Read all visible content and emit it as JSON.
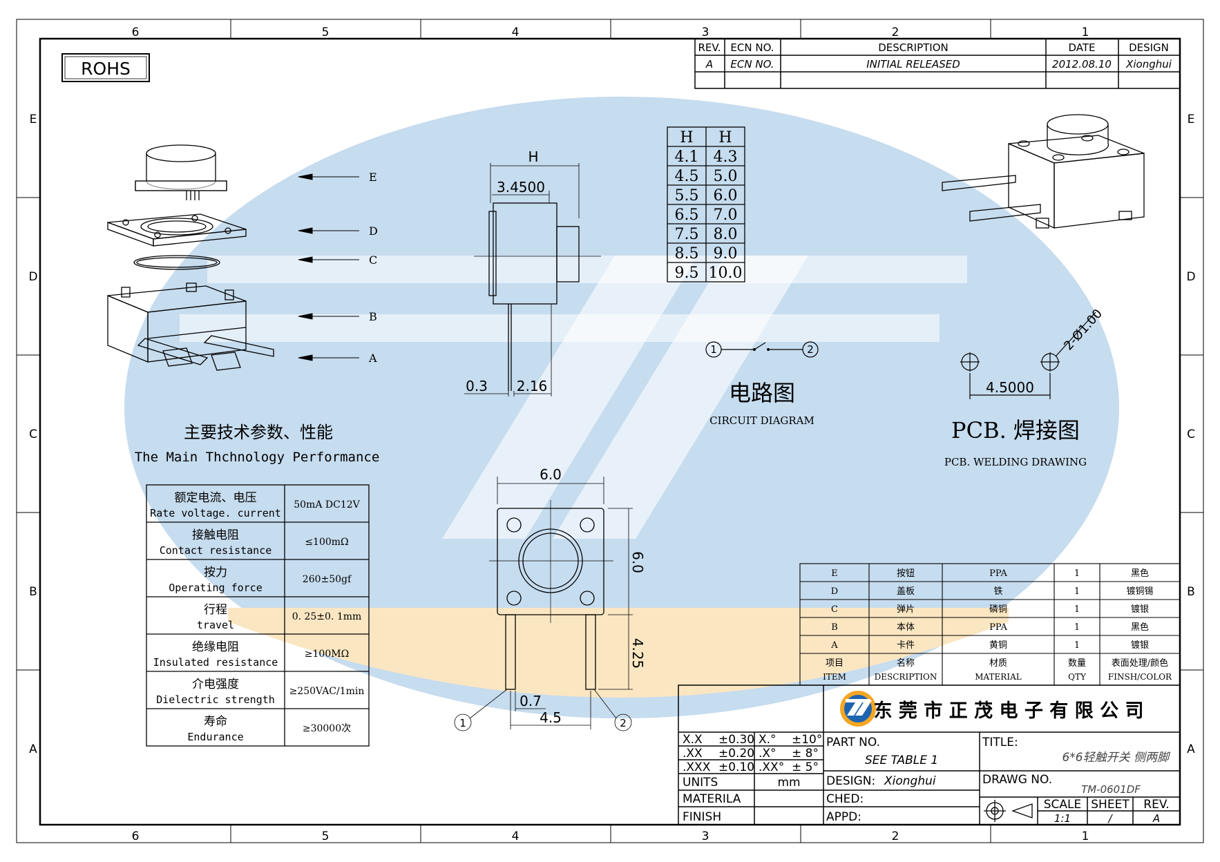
{
  "border": {
    "cols_top": [
      "6",
      "5",
      "4",
      "3",
      "2",
      "1"
    ],
    "cols_bottom": [
      "6",
      "5",
      "4",
      "3",
      "2",
      "1"
    ],
    "rows_left": [
      "E",
      "D",
      "C",
      "B",
      "A"
    ],
    "rows_right": [
      "E",
      "D",
      "C",
      "B",
      "A"
    ]
  },
  "rohs_label": "ROHS",
  "revision_table": {
    "headers": [
      "REV.",
      "ECN NO.",
      "DESCRIPTION",
      "DATE",
      "DESIGN"
    ],
    "row": [
      "A",
      "ECN NO.",
      "INITIAL RELEASED",
      "2012.08.10",
      "Xionghui"
    ]
  },
  "exploded_view": {
    "labels": [
      "E",
      "D",
      "C",
      "B",
      "A"
    ]
  },
  "side_view": {
    "dim_h": "H",
    "dim_body": "3.4500",
    "dim_pin_thickness": "0.3",
    "dim_pin_offset": "2.16"
  },
  "height_table": {
    "headers": [
      "H",
      "H"
    ],
    "rows": [
      [
        "4.1",
        "4.3"
      ],
      [
        "4.5",
        "5.0"
      ],
      [
        "5.5",
        "6.0"
      ],
      [
        "6.5",
        "7.0"
      ],
      [
        "7.5",
        "8.0"
      ],
      [
        "8.5",
        "9.0"
      ],
      [
        "9.5",
        "10.0"
      ]
    ]
  },
  "circuit": {
    "pin1": "1",
    "pin2": "2",
    "title_cn": "电路图",
    "title_en": "CIRCUIT DIAGRAM"
  },
  "pcb": {
    "hole_label": "2-Ø1.00",
    "spacing": "4.5000",
    "title_cn": "PCB. 焊接图",
    "title_en": "PCB. WELDING DRAWING"
  },
  "specs": {
    "title_cn": "主要技术参数、性能",
    "title_en": "The Main Thchnology Performance",
    "rows": [
      {
        "cn": "额定电流、电压",
        "en": "Rate voltage. current",
        "value": "50mA DC12V"
      },
      {
        "cn": "接触电阻",
        "en": "Contact resistance",
        "value": "≤100mΩ"
      },
      {
        "cn": "按力",
        "en": "Operating force",
        "value": "260±50gf"
      },
      {
        "cn": "行程",
        "en": "travel",
        "value": "0. 25±0. 1mm"
      },
      {
        "cn": "绝缘电阻",
        "en": "Insulated resistance",
        "value": "≥100MΩ"
      },
      {
        "cn": "介电强度",
        "en": "Dielectric strength",
        "value": "≥250VAC/1min"
      },
      {
        "cn": "寿命",
        "en": "Endurance",
        "value": "≥30000次"
      }
    ]
  },
  "top_view": {
    "dim_width": "6.0",
    "dim_height": "6.0",
    "dim_pin_length": "4.25",
    "dim_pin_width": "0.7",
    "dim_pin_pitch": "4.5",
    "pin1": "1",
    "pin2": "2"
  },
  "bom": {
    "rows": [
      [
        "E",
        "按钮",
        "PPA",
        "1",
        "黑色"
      ],
      [
        "D",
        "盖板",
        "铁",
        "1",
        "镀铜锡"
      ],
      [
        "C",
        "弹片",
        "磷铜",
        "1",
        "镀银"
      ],
      [
        "B",
        "本体",
        "PPA",
        "1",
        "黑色"
      ],
      [
        "A",
        "卡件",
        "黄铜",
        "1",
        "镀银"
      ]
    ],
    "header_cn": [
      "项目",
      "名称",
      "材质",
      "数量",
      "表面处理/颜色"
    ],
    "header_en": [
      "ITEM",
      "DESCRIPTION",
      "MATERIAL",
      "QTY",
      "FINSH/COLOR"
    ]
  },
  "title_block": {
    "company": "东 莞 市 正 茂 电 子 有 限 公 司",
    "tolerances": [
      [
        "X.X",
        "±0.30",
        "X.°",
        "±10°"
      ],
      [
        ".XX",
        "±0.20",
        ".X°",
        "± 8°"
      ],
      [
        ".XXX",
        "±0.10",
        ".XX°",
        "± 5°"
      ]
    ],
    "units_label": "UNITS",
    "units_value": "mm",
    "materila_label": "MATERILA",
    "finish_label": "FINISH",
    "part_no_label": "PART NO.",
    "part_no_value": "SEE TABLE 1",
    "design_label": "DESIGN:",
    "design_value": "Xionghui",
    "ched_label": "CHED:",
    "appd_label": "APPD:",
    "title_label": "TITLE:",
    "title_value": "6*6轻触开关 侧两脚",
    "drawg_label": "DRAWG NO.",
    "drawg_value": "TM-0601DF",
    "scale_label": "SCALE",
    "scale_value": "1:1",
    "sheet_label": "SHEET",
    "sheet_value": "/",
    "rev_label": "REV.",
    "rev_value": "A"
  },
  "colors": {
    "watermark_blue": "#c6dcef",
    "watermark_orange": "#fbe6c2",
    "line": "#000000",
    "logo_blue": "#1d64b0",
    "logo_orange": "#f5a623"
  }
}
